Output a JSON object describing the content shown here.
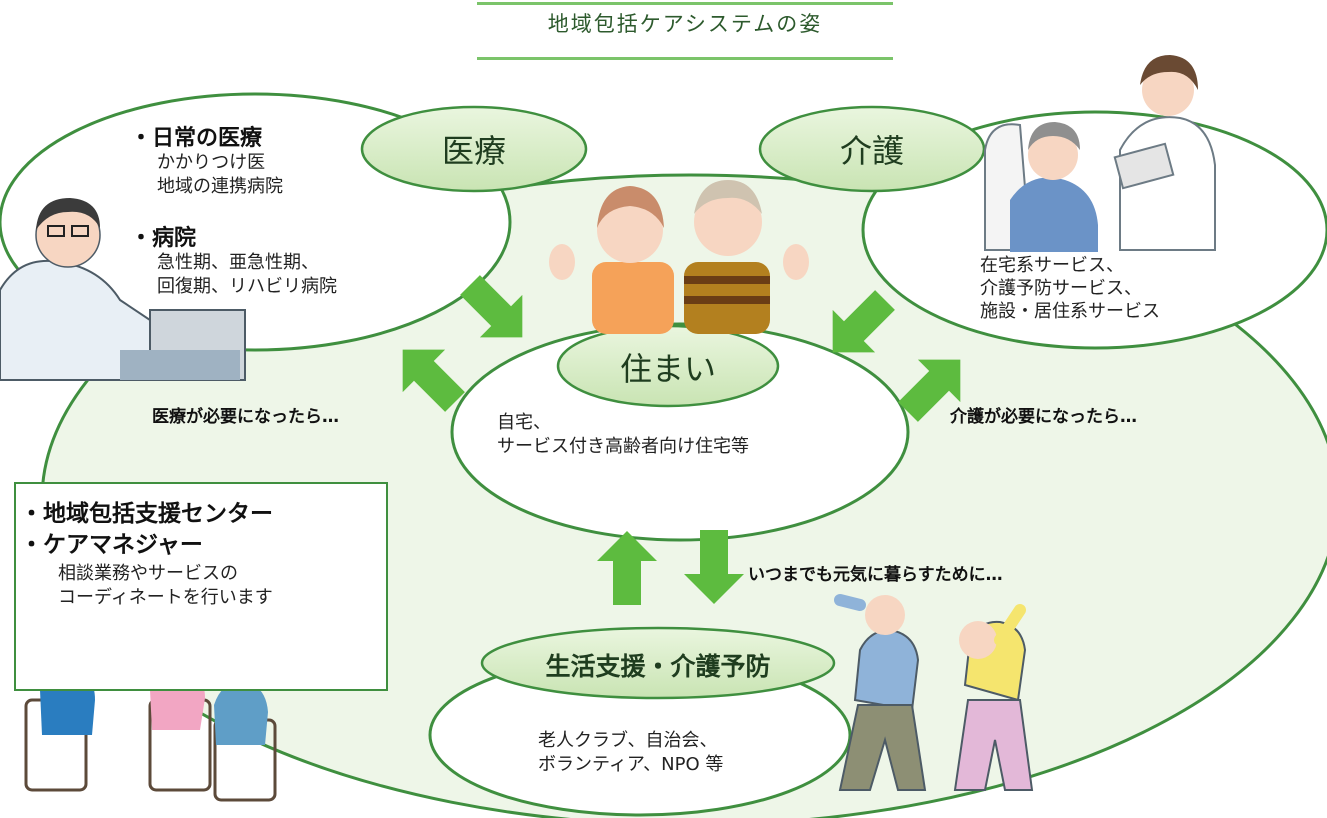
{
  "title": "地域包括ケアシステムの姿",
  "medical": {
    "label": "医療",
    "bullet1": "・日常の医療",
    "line1a": "かかりつけ医",
    "line1b": "地域の連携病院",
    "bullet2": "・病院",
    "line2a": "急性期、亜急性期、",
    "line2b": "回復期、リハビリ病院"
  },
  "care": {
    "label": "介護",
    "line1": "在宅系サービス、",
    "line2": "介護予防サービス、",
    "line3": "施設・居住系サービス"
  },
  "housing": {
    "label": "住まい",
    "line1": "自宅、",
    "line2": "サービス付き高齢者向け住宅等"
  },
  "support": {
    "label": "生活支援・介護予防",
    "line1": "老人クラブ、自治会、",
    "line2": "ボランティア、NPO 等"
  },
  "captions": {
    "medical_need": "医療が必要になったら…",
    "care_need": "介護が必要になったら…",
    "healthy": "いつまでも元気に暮らすために…"
  },
  "center_box": {
    "bullet1": "・地域包括支援センター",
    "bullet2": "・ケアマネジャー",
    "line1": "相談業務やサービスの",
    "line2": "コーディネートを行います"
  },
  "colors": {
    "ellipse_fill": "#eef6e8",
    "outline": "#3f8f3f",
    "pill_fill": "#d7ecc7",
    "arrow": "#5dbb3f"
  }
}
